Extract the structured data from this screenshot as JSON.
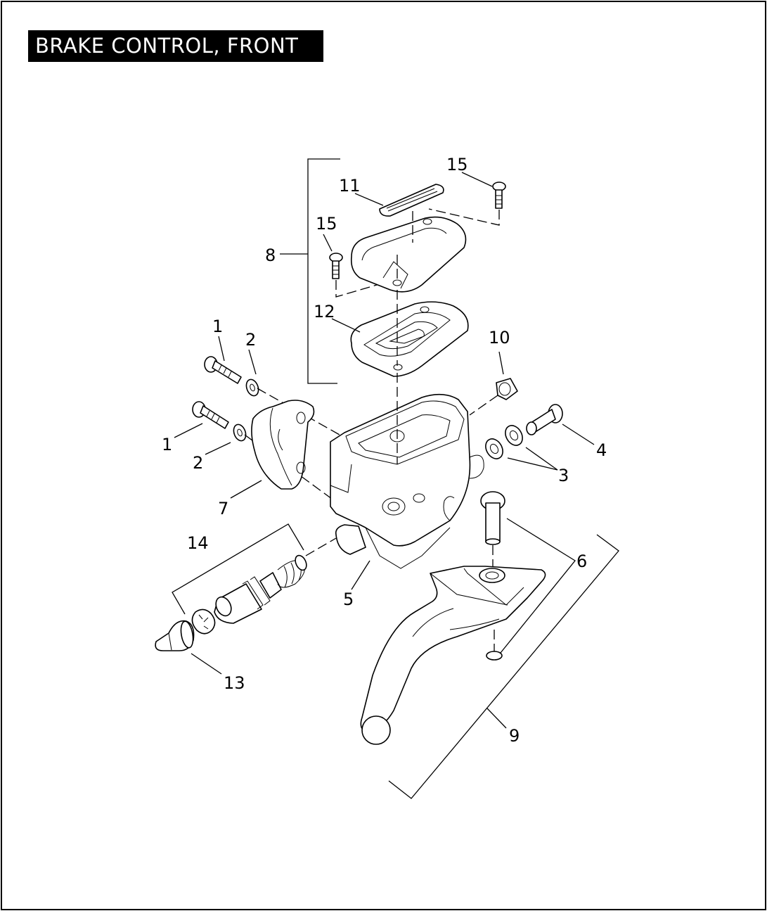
{
  "title": "BRAKE CONTROL, FRONT",
  "callouts": {
    "c1a": "1",
    "c1b": "1",
    "c2a": "2",
    "c2b": "2",
    "c3": "3",
    "c4": "4",
    "c5": "5",
    "c6": "6",
    "c7": "7",
    "c8": "8",
    "c9": "9",
    "c10": "10",
    "c11": "11",
    "c12": "12",
    "c13": "13",
    "c14": "14",
    "c15a": "15",
    "c15b": "15"
  }
}
